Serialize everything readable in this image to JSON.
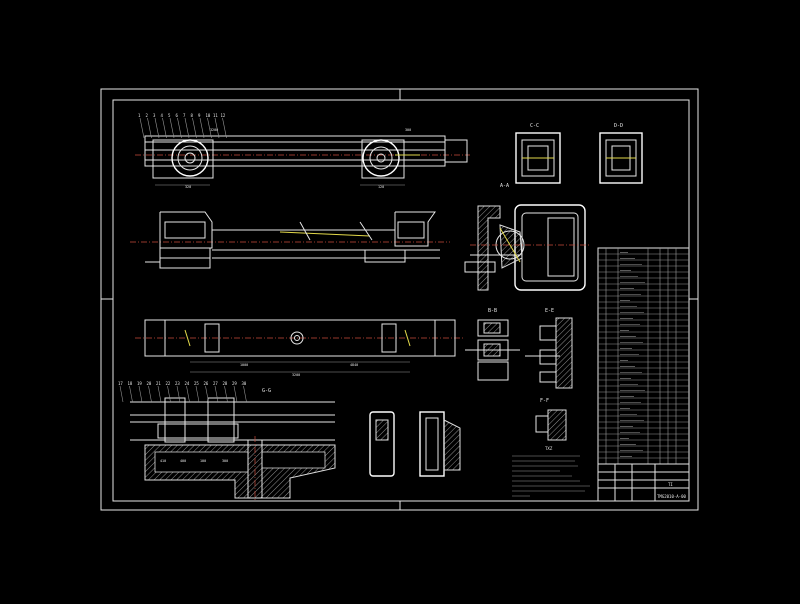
{
  "drawing": {
    "title_block_code": "TMG2010-A-00",
    "title_block_name": "TI",
    "notes_header": "TXZ",
    "background": "#000000",
    "line_color": "#e6e6e6",
    "accent_yellow": "#e2d84a",
    "centerline_red": "#c84a3a"
  },
  "views": {
    "top_plan": {
      "dims": [
        "3200",
        "320",
        "120",
        "300"
      ]
    },
    "side_elevation": {
      "dims": []
    },
    "bottom_plan": {
      "dims": [
        "1000",
        "3200",
        "4840"
      ]
    },
    "section_aa": {
      "title": "A-A"
    },
    "section_cc": {
      "title": "C-C"
    },
    "section_dd": {
      "title": "D-D"
    },
    "detail_bb": {
      "title": "B-B"
    },
    "detail_ee": {
      "title": "E-E"
    },
    "detail_ff": {
      "title": "F-F"
    },
    "section_gg": {
      "title": "G-G",
      "dims": [
        "410",
        "400",
        "100",
        "300"
      ]
    }
  },
  "balloons_top": [
    "1",
    "2",
    "3",
    "4",
    "5",
    "6",
    "7",
    "8",
    "9",
    "10",
    "11",
    "12"
  ],
  "balloons_bottom": [
    "17",
    "18",
    "19",
    "20",
    "21",
    "22",
    "23",
    "24",
    "25",
    "26",
    "27",
    "28",
    "29",
    "30"
  ]
}
